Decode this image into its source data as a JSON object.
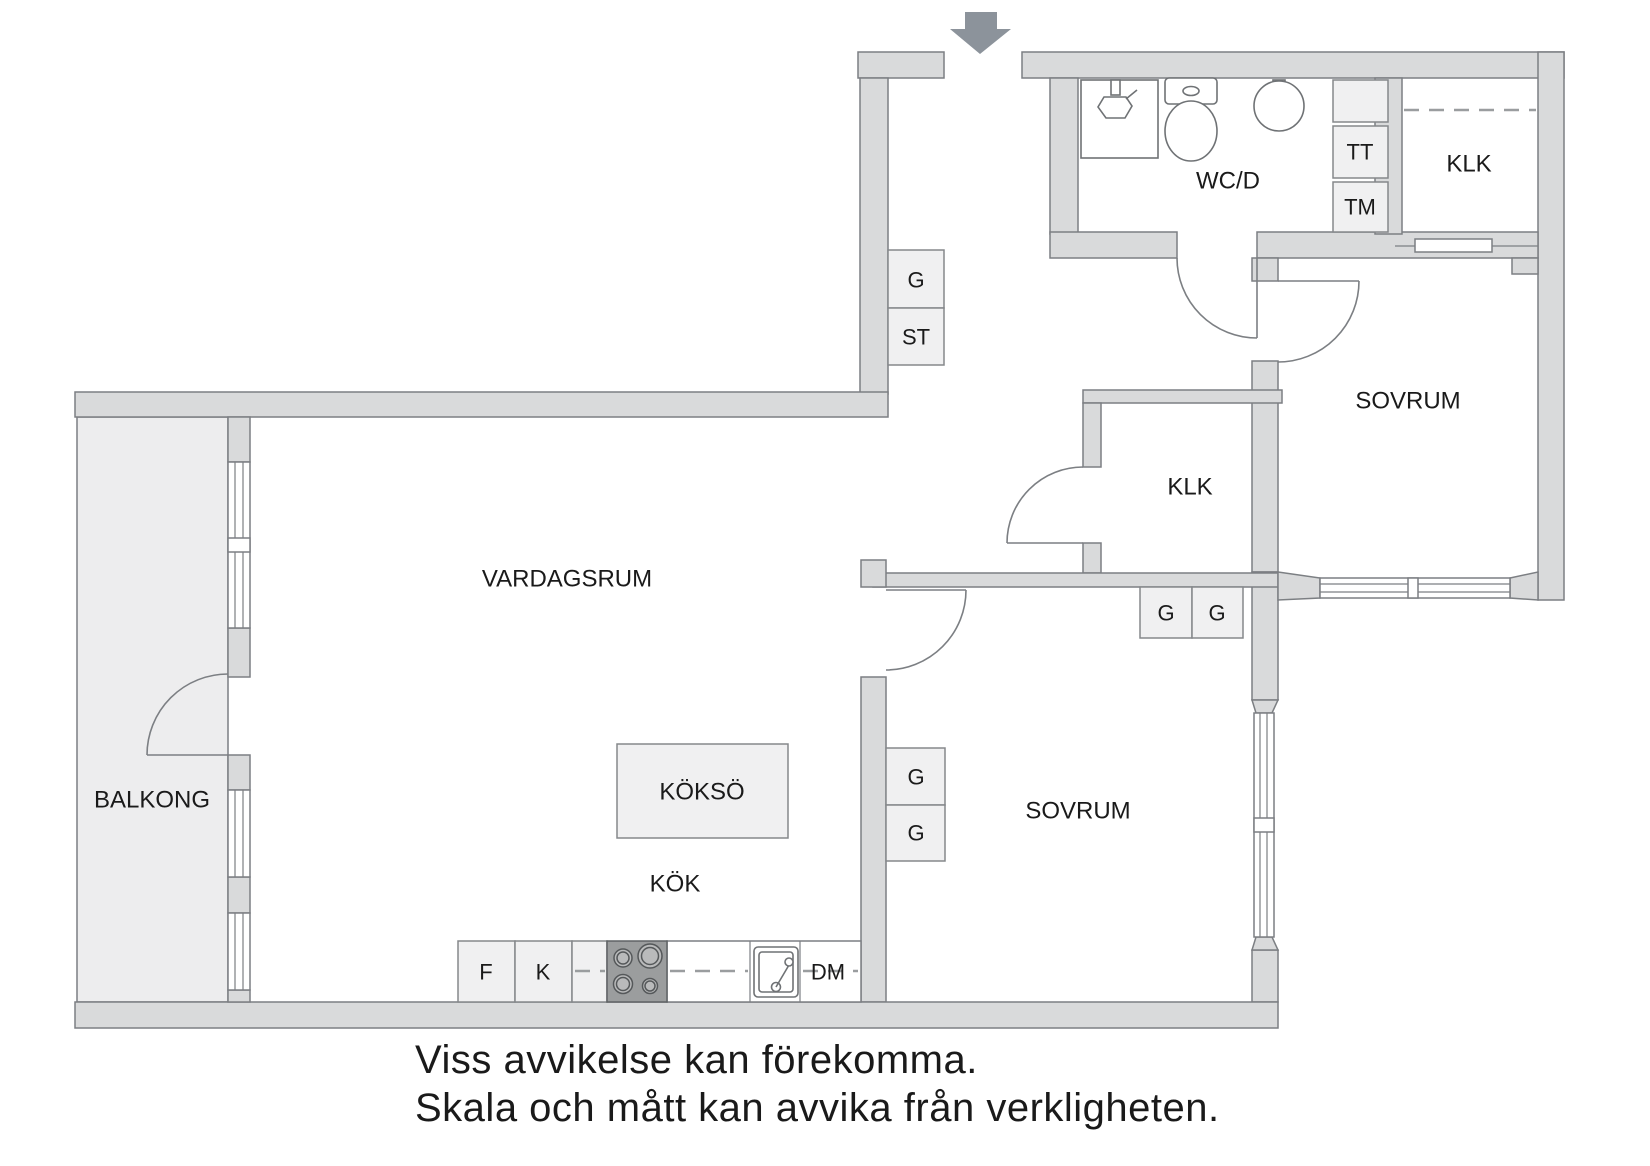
{
  "colors": {
    "wall_fill": "#d9dadb",
    "wall_stroke": "#7c7f83",
    "balcony_fill": "#ededee",
    "cabinet_fill": "#f0f0f1",
    "cabinet_stroke": "#85888b",
    "fixture_stroke": "#6f7275",
    "stove_fill": "#9b9d9e",
    "burner_fill": "#b9babb",
    "arrow_color": "#8c939b",
    "label_color": "#1a1a1a",
    "dash_color": "#9a9d9f",
    "bg": "#ffffff"
  },
  "labels": {
    "vardagsrum": "VARDAGSRUM",
    "balkong": "BALKONG",
    "kok": "KÖK",
    "kokso": "KÖKSÖ",
    "wcd": "WC/D",
    "klk_top_right": "KLK",
    "sovrum_upper": "SOVRUM",
    "klk_middle": "KLK",
    "sovrum_lower": "SOVRUM",
    "hall_cabinet_g": "G",
    "hall_cabinet_st": "ST",
    "cabinet_tt": "TT",
    "cabinet_tm": "TM",
    "sovrum_wardrobe_g1": "G",
    "sovrum_wardrobe_g2": "G",
    "sovrum_wardrobe_g3": "G",
    "sovrum_wardrobe_g4": "G",
    "kitchen_f": "F",
    "kitchen_k": "K",
    "kitchen_dm": "DM"
  },
  "footer": {
    "line1": "Viss avvikelse kan förekomma.",
    "line2": "Skala och mått kan avvika från verkligheten."
  }
}
